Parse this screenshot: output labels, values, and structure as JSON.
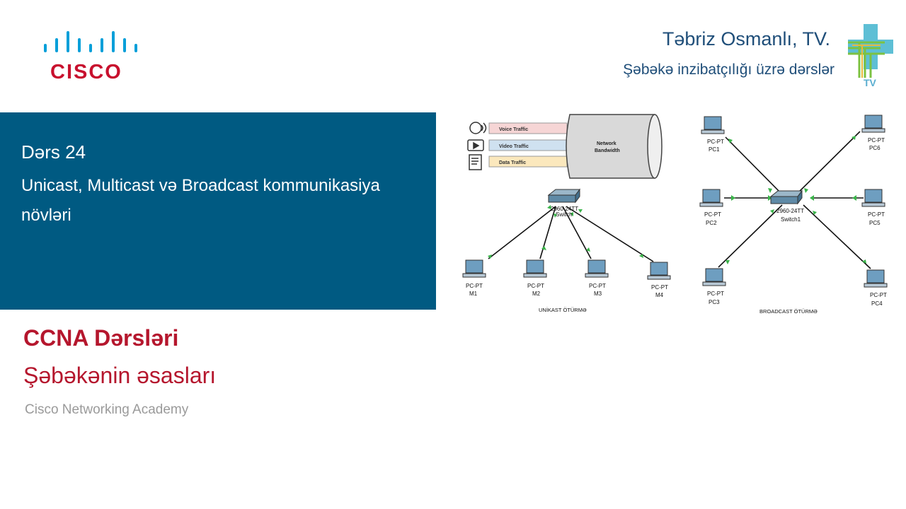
{
  "header": {
    "logo_text": "CISCO",
    "author": "Təbriz Osmanlı, TV.",
    "subtitle": "Şəbəkə inzibatçılığı üzrə dərslər",
    "channel_logo_text": "TV"
  },
  "lesson": {
    "number": "Dərs 24",
    "title": "Unicast, Multicast və Broadcast kommunikasiya növləri"
  },
  "course": {
    "title": "CCNA Dərsləri",
    "subtitle": "Şəbəkənin əsasları",
    "academy": "Cisco Networking Academy"
  },
  "qos_diagram": {
    "traffic": [
      "Voice Traffic",
      "Video Traffic",
      "Data Traffic"
    ],
    "pipe_label_1": "Network",
    "pipe_label_2": "Bandwidth",
    "icons": [
      "speaker-icon",
      "video-icon",
      "document-icon"
    ]
  },
  "unicast_diagram": {
    "switch_model": "2960-24TT",
    "switch_name": "Switch",
    "device_type": "PC-PT",
    "pcs": [
      "M1",
      "M2",
      "M3",
      "M4"
    ],
    "caption": "UNİKAST ÖTÜRMƏ"
  },
  "broadcast_diagram": {
    "switch_model": "2960-24TT",
    "switch_name": "Switch1",
    "device_type": "PC-PT",
    "pcs": [
      "PC1",
      "PC2",
      "PC3",
      "PC4",
      "PC5",
      "PC6"
    ],
    "caption": "BROADCAST ÖTÜRMƏ"
  },
  "colors": {
    "panel": "#005a82",
    "accent_red": "#b5162d",
    "cisco_blue": "#049fd9",
    "link_green": "#3bb44a"
  }
}
